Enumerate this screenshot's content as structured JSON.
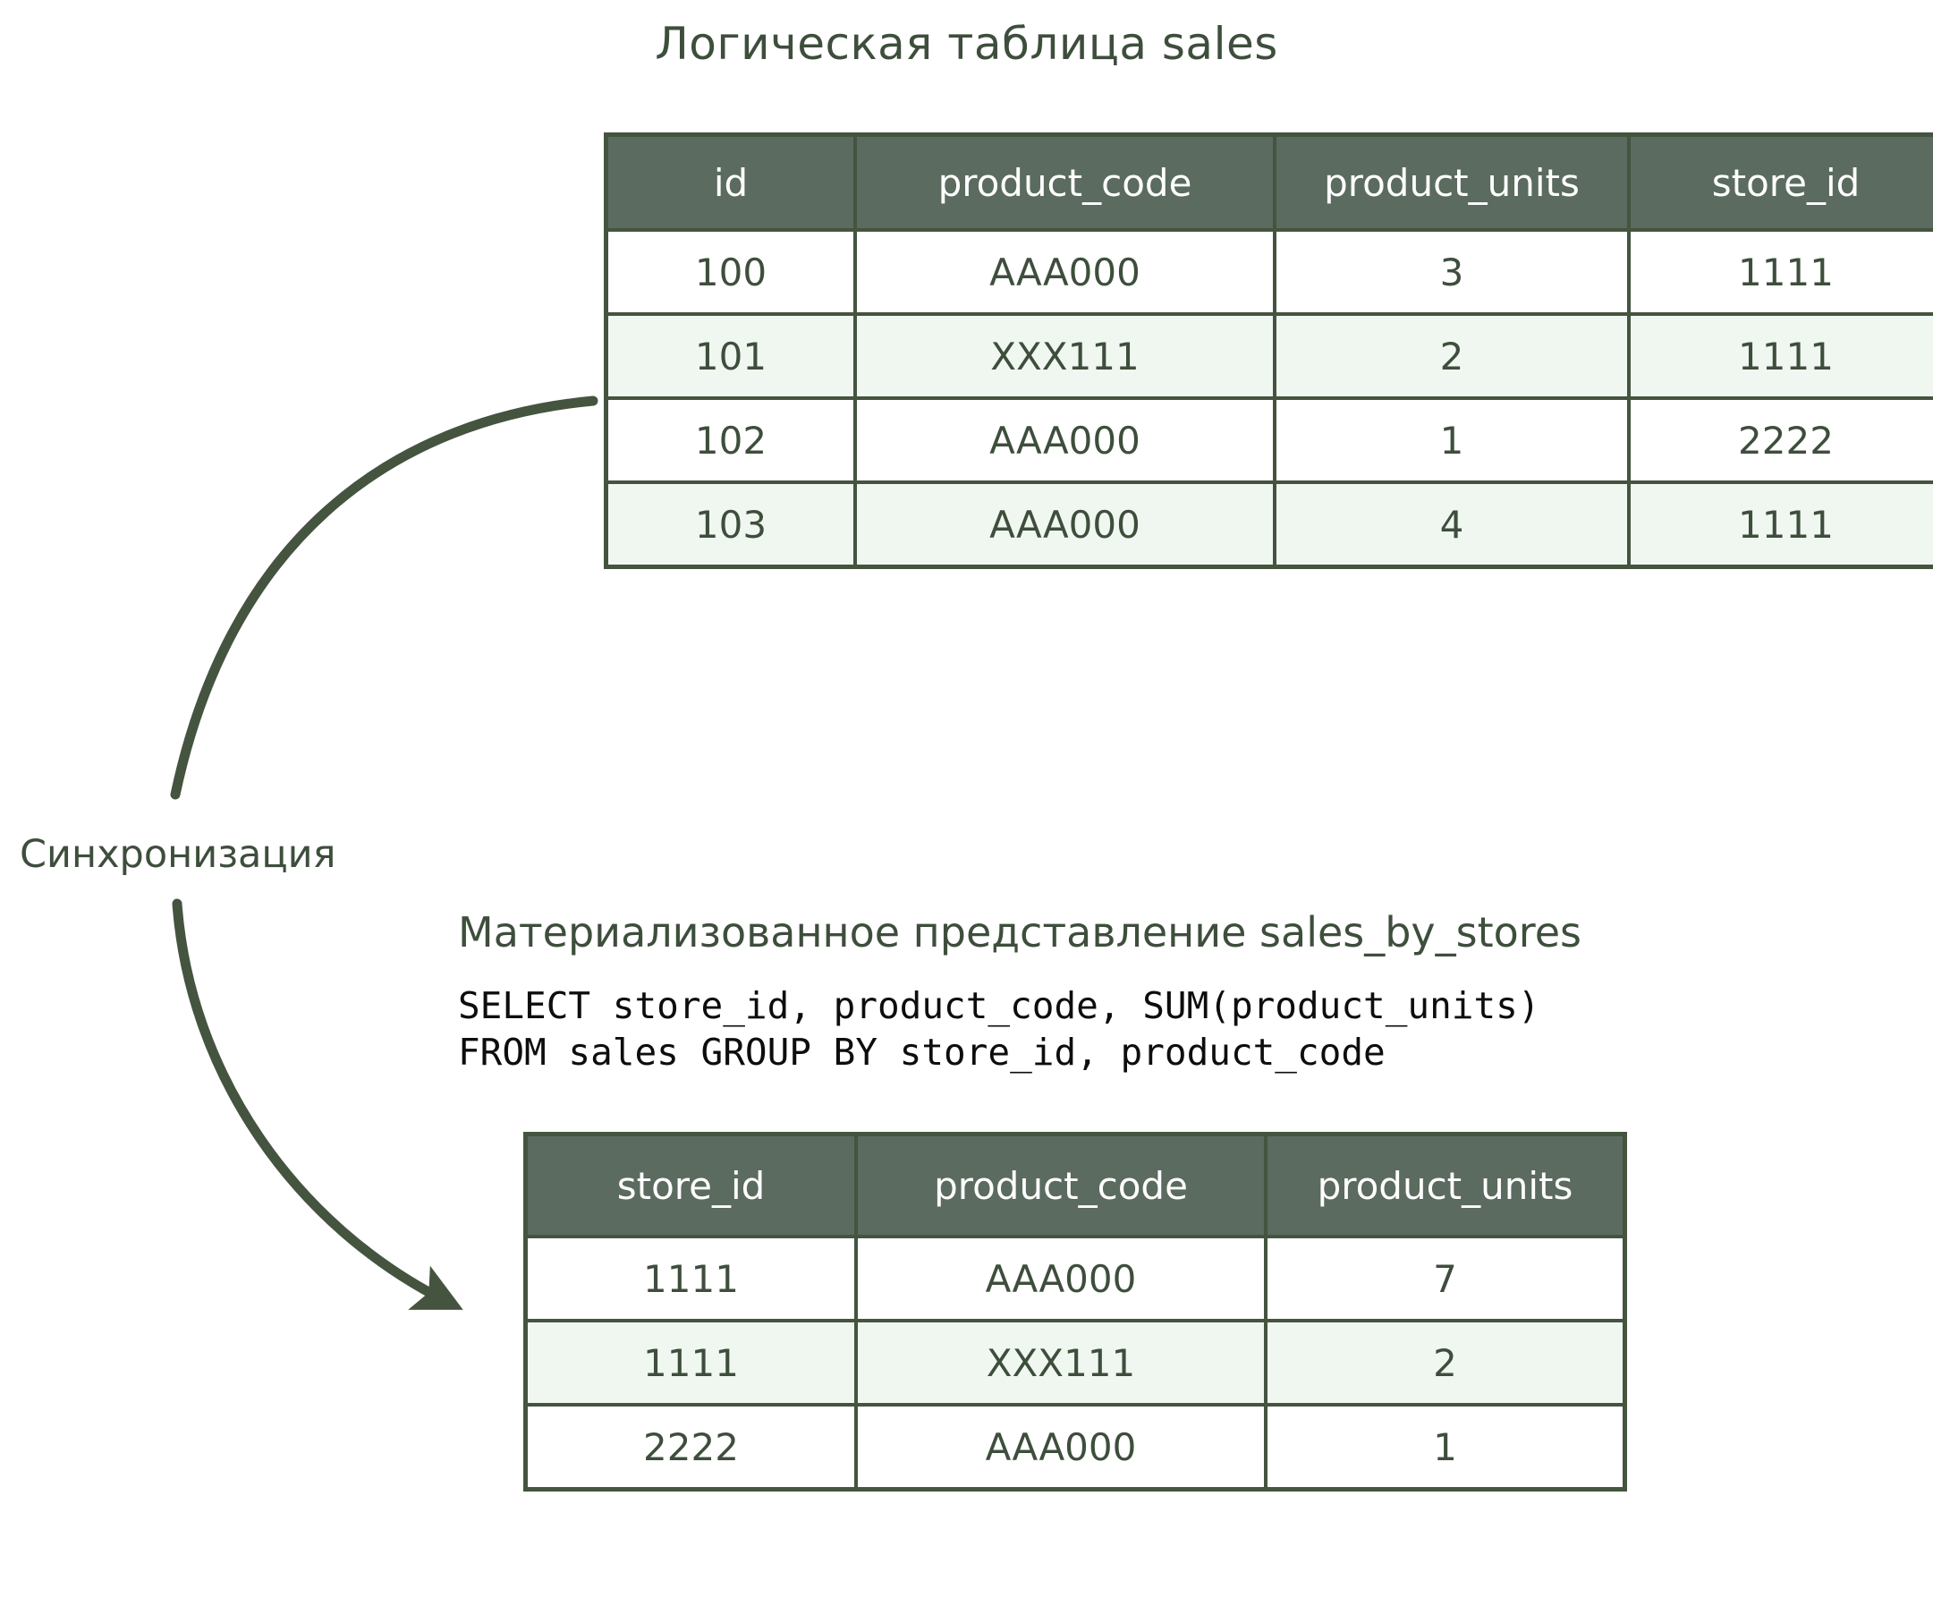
{
  "diagram": {
    "sync_label": "Синхронизация",
    "arrow_name": "sync-arrow",
    "colors": {
      "header_fill": "#5b6b5f",
      "border": "#44543f",
      "text": "#3e4e3c",
      "alt_row": "#f0f7f0",
      "row": "#ffffff",
      "sql_text": "#0d0d0d",
      "background": "#ffffff"
    }
  },
  "sales_table": {
    "title": "Логическая таблица sales",
    "columns": [
      "id",
      "product_code",
      "product_units",
      "store_id"
    ],
    "rows": [
      [
        "100",
        "AAA000",
        "3",
        "1111"
      ],
      [
        "101",
        "XXX111",
        "2",
        "1111"
      ],
      [
        "102",
        "AAA000",
        "1",
        "2222"
      ],
      [
        "103",
        "AAA000",
        "4",
        "1111"
      ]
    ]
  },
  "materialized_view": {
    "title": "Материализованное представление sales_by_stores",
    "sql_line1": "SELECT store_id, product_code, SUM(product_units)",
    "sql_line2": "FROM sales GROUP BY store_id, product_code",
    "columns": [
      "store_id",
      "product_code",
      "product_units"
    ],
    "rows": [
      [
        "1111",
        "AAA000",
        "7"
      ],
      [
        "1111",
        "XXX111",
        "2"
      ],
      [
        "2222",
        "AAA000",
        "1"
      ]
    ]
  }
}
